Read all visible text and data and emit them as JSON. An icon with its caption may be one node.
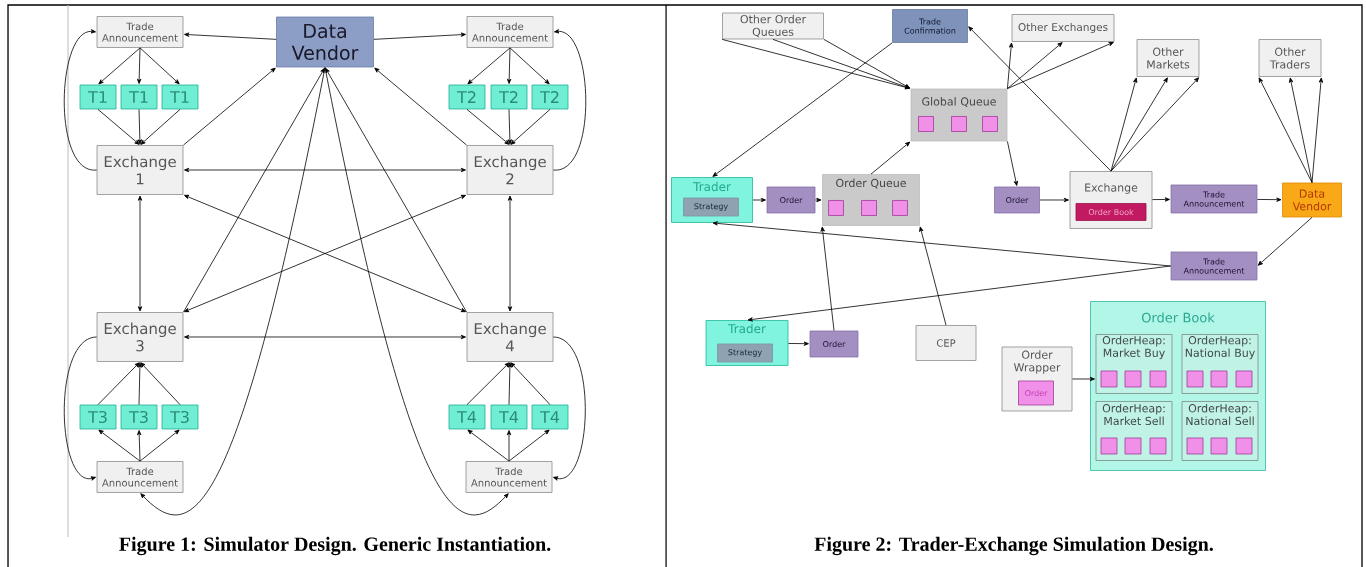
{
  "diagram": {
    "nodes": [
      {
        "text": [
          "Data Vendor"
        ]
      },
      {
        "text": [
          "Trade Announcement"
        ]
      },
      {
        "text": [
          "Trade Announcement"
        ]
      },
      {
        "text": [
          "T1"
        ]
      },
      {
        "text": [
          "T1"
        ]
      },
      {
        "text": [
          "T1"
        ]
      },
      {
        "text": [
          "T2"
        ]
      },
      {
        "text": [
          "T2"
        ]
      },
      {
        "text": [
          "T2"
        ]
      },
      {
        "text": [
          "Exchange 1"
        ]
      },
      {
        "text": [
          "Exchange 2"
        ]
      },
      {
        "text": [
          "Exchange 3"
        ]
      },
      {
        "text": [
          "Exchange 4"
        ]
      },
      {
        "text": [
          "T3"
        ]
      },
      {
        "text": [
          "T3"
        ]
      },
      {
        "text": [
          "T3"
        ]
      },
      {
        "text": [
          "T4"
        ]
      },
      {
        "text": [
          "T4"
        ]
      },
      {
        "text": [
          "T4"
        ]
      },
      {
        "text": [
          "Trade Announcement"
        ]
      },
      {
        "text": [
          "Trade Announcement"
        ]
      },
      {
        "text": [
          "Other Order Queues"
        ]
      },
      {
        "text": [
          "Trade Confirmation"
        ]
      },
      {
        "text": [
          "Other Exchanges"
        ]
      },
      {
        "text": [
          "Other Markets"
        ]
      },
      {
        "text": [
          "Other Traders"
        ]
      },
      {
        "text": [
          "Global Queue"
        ]
      },
      {
        "text": [
          "Trader"
        ]
      },
      {
        "text": [
          "Strategy"
        ],
        "in": 27
      },
      {
        "text": [
          "Order"
        ]
      },
      {
        "text": [
          "Order Queue"
        ]
      },
      {
        "text": [
          "Order"
        ]
      },
      {
        "text": [
          "Exchange"
        ]
      },
      {
        "text": [
          "Order Book"
        ],
        "in": 32
      },
      {
        "text": [
          "Trade Announcement"
        ]
      },
      {
        "text": [
          "Data Vendor"
        ]
      },
      {
        "text": [
          "Trade Announcement"
        ]
      },
      {
        "text": [
          "Trader"
        ]
      },
      {
        "text": [
          "Strategy"
        ],
        "in": 37
      },
      {
        "text": [
          "Order"
        ]
      },
      {
        "text": [
          "CEP"
        ]
      },
      {
        "text": [
          "Order Wrapper"
        ]
      },
      {
        "text": [
          "Order"
        ],
        "in": 41
      },
      {
        "text": [
          "Order Book"
        ]
      },
      {
        "text": [
          "OrderHeap: Market Buy"
        ],
        "in": 43
      },
      {
        "text": [
          "OrderHeap: National Buy"
        ],
        "in": 43
      },
      {
        "text": [
          "OrderHeap: Market Sell"
        ],
        "in": 43
      },
      {
        "text": [
          "OrderHeap: National Sell"
        ],
        "in": 43
      }
    ],
    "edges": [
      {
        "from": 0,
        "to": 1,
        "arrow": "to"
      },
      {
        "from": 0,
        "to": 2,
        "arrow": "to"
      },
      {
        "from": 1,
        "to": 3,
        "arrow": "to"
      },
      {
        "from": 1,
        "to": 4,
        "arrow": "to"
      },
      {
        "from": 1,
        "to": 5,
        "arrow": "to"
      },
      {
        "from": 2,
        "to": 6,
        "arrow": "to"
      },
      {
        "from": 2,
        "to": 7,
        "arrow": "to"
      },
      {
        "from": 2,
        "to": 8,
        "arrow": "to"
      },
      {
        "from": 3,
        "to": 9,
        "arrow": "to"
      },
      {
        "from": 4,
        "to": 9,
        "arrow": "to"
      },
      {
        "from": 5,
        "to": 9,
        "arrow": "to"
      },
      {
        "from": 6,
        "to": 10,
        "arrow": "to"
      },
      {
        "from": 7,
        "to": 10,
        "arrow": "to"
      },
      {
        "from": 8,
        "to": 10,
        "arrow": "to"
      },
      {
        "from": 9,
        "to": 1,
        "arrow": "to"
      },
      {
        "from": 10,
        "to": 2,
        "arrow": "to"
      },
      {
        "from": 9,
        "to": 0,
        "arrow": "to"
      },
      {
        "from": 10,
        "to": 0,
        "arrow": "to"
      },
      {
        "from": 9,
        "to": 10,
        "arrow": "both"
      },
      {
        "from": 9,
        "to": 11,
        "arrow": "both"
      },
      {
        "from": 10,
        "to": 12,
        "arrow": "both"
      },
      {
        "from": 11,
        "to": 12,
        "arrow": "both"
      },
      {
        "from": 9,
        "to": 12,
        "arrow": "both"
      },
      {
        "from": 10,
        "to": 11,
        "arrow": "both"
      },
      {
        "from": 11,
        "to": 0,
        "arrow": "to"
      },
      {
        "from": 12,
        "to": 0,
        "arrow": "to"
      },
      {
        "from": 0,
        "to": 19,
        "arrow": "to"
      },
      {
        "from": 0,
        "to": 20,
        "arrow": "to"
      },
      {
        "from": 13,
        "to": 11,
        "arrow": "to"
      },
      {
        "from": 14,
        "to": 11,
        "arrow": "to"
      },
      {
        "from": 15,
        "to": 11,
        "arrow": "to"
      },
      {
        "from": 16,
        "to": 12,
        "arrow": "to"
      },
      {
        "from": 17,
        "to": 12,
        "arrow": "to"
      },
      {
        "from": 18,
        "to": 12,
        "arrow": "to"
      },
      {
        "from": 19,
        "to": 13,
        "arrow": "to"
      },
      {
        "from": 19,
        "to": 14,
        "arrow": "to"
      },
      {
        "from": 19,
        "to": 15,
        "arrow": "to"
      },
      {
        "from": 20,
        "to": 16,
        "arrow": "to"
      },
      {
        "from": 20,
        "to": 17,
        "arrow": "to"
      },
      {
        "from": 20,
        "to": 18,
        "arrow": "to"
      },
      {
        "from": 11,
        "to": 19,
        "arrow": "to"
      },
      {
        "from": 12,
        "to": 20,
        "arrow": "to"
      },
      {
        "from": 21,
        "to": 26,
        "arrow": "to"
      },
      {
        "from": 21,
        "to": 26,
        "arrow": "to"
      },
      {
        "from": 21,
        "to": 26,
        "arrow": "to"
      },
      {
        "from": 22,
        "to": 27,
        "arrow": "to"
      },
      {
        "from": 32,
        "to": 22,
        "arrow": "to"
      },
      {
        "from": 26,
        "to": 23,
        "arrow": "to"
      },
      {
        "from": 26,
        "to": 23,
        "arrow": "to"
      },
      {
        "from": 26,
        "to": 23,
        "arrow": "to"
      },
      {
        "from": 32,
        "to": 24,
        "arrow": "to"
      },
      {
        "from": 32,
        "to": 24,
        "arrow": "to"
      },
      {
        "from": 32,
        "to": 24,
        "arrow": "to"
      },
      {
        "from": 35,
        "to": 25,
        "arrow": "to"
      },
      {
        "from": 35,
        "to": 25,
        "arrow": "to"
      },
      {
        "from": 35,
        "to": 25,
        "arrow": "to"
      },
      {
        "from": 30,
        "to": 26,
        "arrow": "to"
      },
      {
        "from": 27,
        "to": 29,
        "arrow": "to"
      },
      {
        "from": 29,
        "to": 30,
        "arrow": "to"
      },
      {
        "from": 26,
        "to": 31,
        "arrow": "to"
      },
      {
        "from": 31,
        "to": 32,
        "arrow": "to"
      },
      {
        "from": 32,
        "to": 34,
        "arrow": "to"
      },
      {
        "from": 34,
        "to": 35,
        "arrow": "to"
      },
      {
        "from": 35,
        "to": 36,
        "arrow": "to"
      },
      {
        "from": 36,
        "to": 27,
        "arrow": "to"
      },
      {
        "from": 36,
        "to": 37,
        "arrow": "to"
      },
      {
        "from": 37,
        "to": 39,
        "arrow": "to"
      },
      {
        "from": 39,
        "to": 30,
        "arrow": "to"
      },
      {
        "from": 40,
        "to": 30,
        "arrow": "to"
      },
      {
        "from": 41,
        "to": 44,
        "arrow": "to"
      }
    ],
    "labels": [
      "Figure 1: Simulator Design. Generic Instantiation.",
      "Figure 2: Trader-Exchange Simulation Design."
    ]
  }
}
